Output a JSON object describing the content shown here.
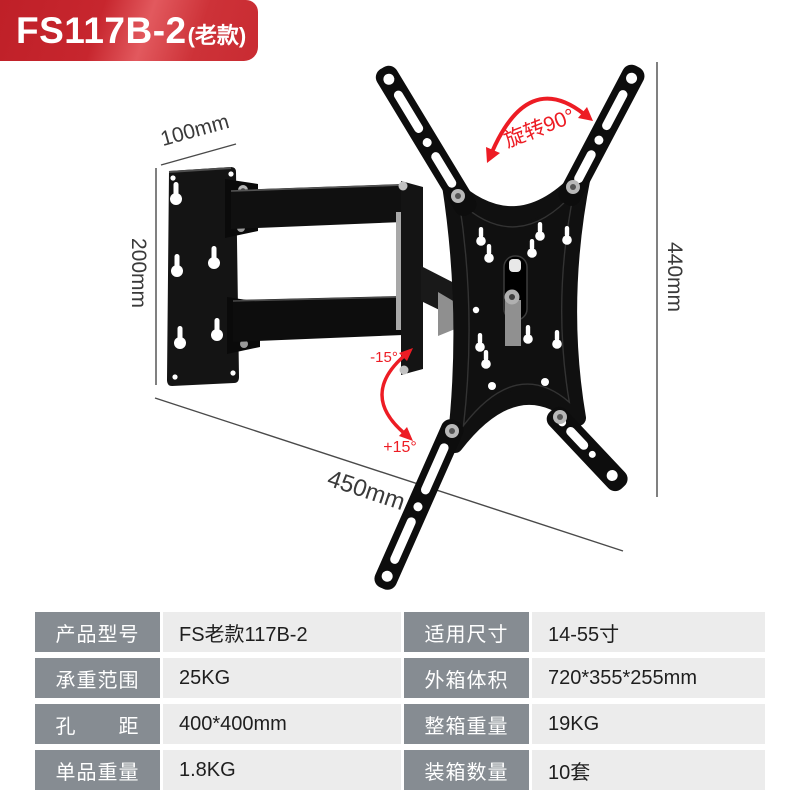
{
  "banner": {
    "model": "FS117B-2",
    "suffix": "(老款)"
  },
  "annotations": {
    "plate_width": "100mm",
    "plate_height": "200mm",
    "bracket_height": "440mm",
    "extension_length": "450mm",
    "rotation": "旋转90°",
    "tilt_up": "-15°",
    "tilt_down": "+15°"
  },
  "spec_table": {
    "rows": [
      {
        "label_left": "产品型号",
        "value_left": "FS老款117B-2",
        "label_right": "适用尺寸",
        "value_right": "14-55寸"
      },
      {
        "label_left": "承重范围",
        "value_left": "25KG",
        "label_right": "外箱体积",
        "value_right": "720*355*255mm"
      },
      {
        "label_left": "孔　　距",
        "value_left": "400*400mm",
        "label_right": "整箱重量",
        "value_right": "19KG"
      },
      {
        "label_left": "单品重量",
        "value_left": "1.8KG",
        "label_right": "装箱数量",
        "value_right": "10套"
      }
    ]
  },
  "colors": {
    "banner_red": "#c7262e",
    "annotation_red": "#ed1c24",
    "label_bg": "#868c92",
    "value_bg": "#ececec",
    "bracket_black": "#101010"
  }
}
